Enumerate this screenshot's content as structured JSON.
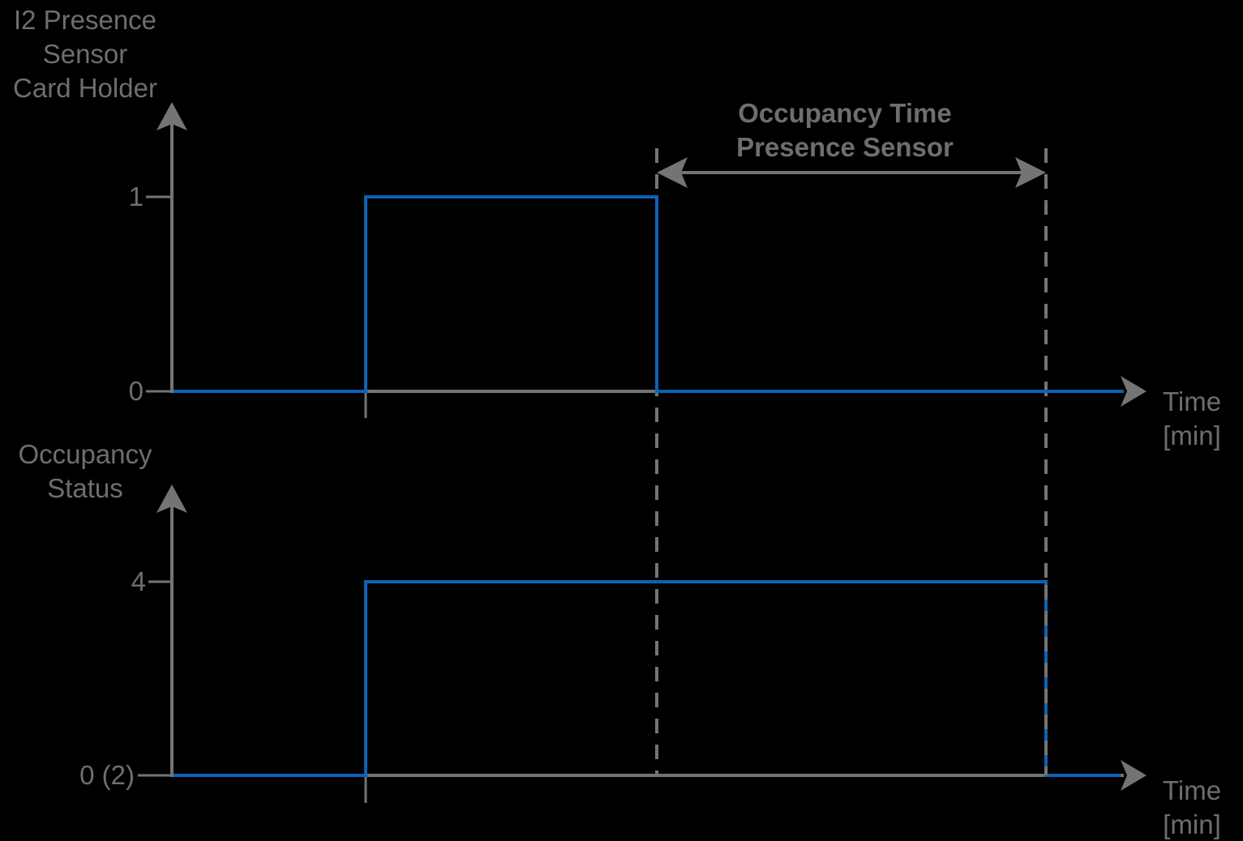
{
  "colors": {
    "background": "#000000",
    "signal_blue": "#0d62b5",
    "axis_gray": "#747474",
    "text_gray": "#6e6e6e"
  },
  "top_chart": {
    "y_label_line1": "I2 Presence",
    "y_label_line2": "Sensor",
    "y_label_line3": "Card Holder",
    "tick_high": "1",
    "tick_low": "0",
    "x_label_line1": "Time",
    "x_label_line2": "[min]"
  },
  "annotation": {
    "line1": "Occupancy Time",
    "line2": "Presence Sensor"
  },
  "bottom_chart": {
    "y_label_line1": "Occupancy",
    "y_label_line2": "Status",
    "tick_high": "4",
    "tick_low": "0 (2)",
    "x_label_line1": "Time",
    "x_label_line2": "[min]"
  },
  "chart_data": [
    {
      "type": "step",
      "title": "I2 Presence Sensor Card Holder",
      "ylabel": "I2 Presence Sensor Card Holder",
      "xlabel": "Time [min]",
      "yticks": [
        "0",
        "1"
      ],
      "ylim": [
        0,
        1
      ],
      "x_axis_numeric_ticks": false,
      "x_unit": "fraction of visible time axis",
      "x": [
        0,
        0.2,
        0.2,
        0.5,
        0.5,
        0.98
      ],
      "y": [
        0,
        0,
        1,
        1,
        0,
        0
      ],
      "grid": false,
      "legend": false
    },
    {
      "type": "step",
      "title": "Occupancy Status",
      "ylabel": "Occupancy Status",
      "xlabel": "Time [min]",
      "yticks": [
        "0 (2)",
        "4"
      ],
      "ylim": [
        0,
        4
      ],
      "x_axis_numeric_ticks": false,
      "x_unit": "fraction of visible time axis",
      "x": [
        0,
        0.2,
        0.2,
        0.9,
        0.9,
        0.98
      ],
      "y": [
        0,
        0,
        4,
        4,
        0,
        0
      ],
      "grid": false,
      "legend": false
    },
    {
      "type": "annotation",
      "label": "Occupancy Time Presence Sensor",
      "span_x": [
        0.5,
        0.9
      ],
      "style": "double-headed arrow between two vertical dashed guide lines spanning both charts"
    }
  ]
}
